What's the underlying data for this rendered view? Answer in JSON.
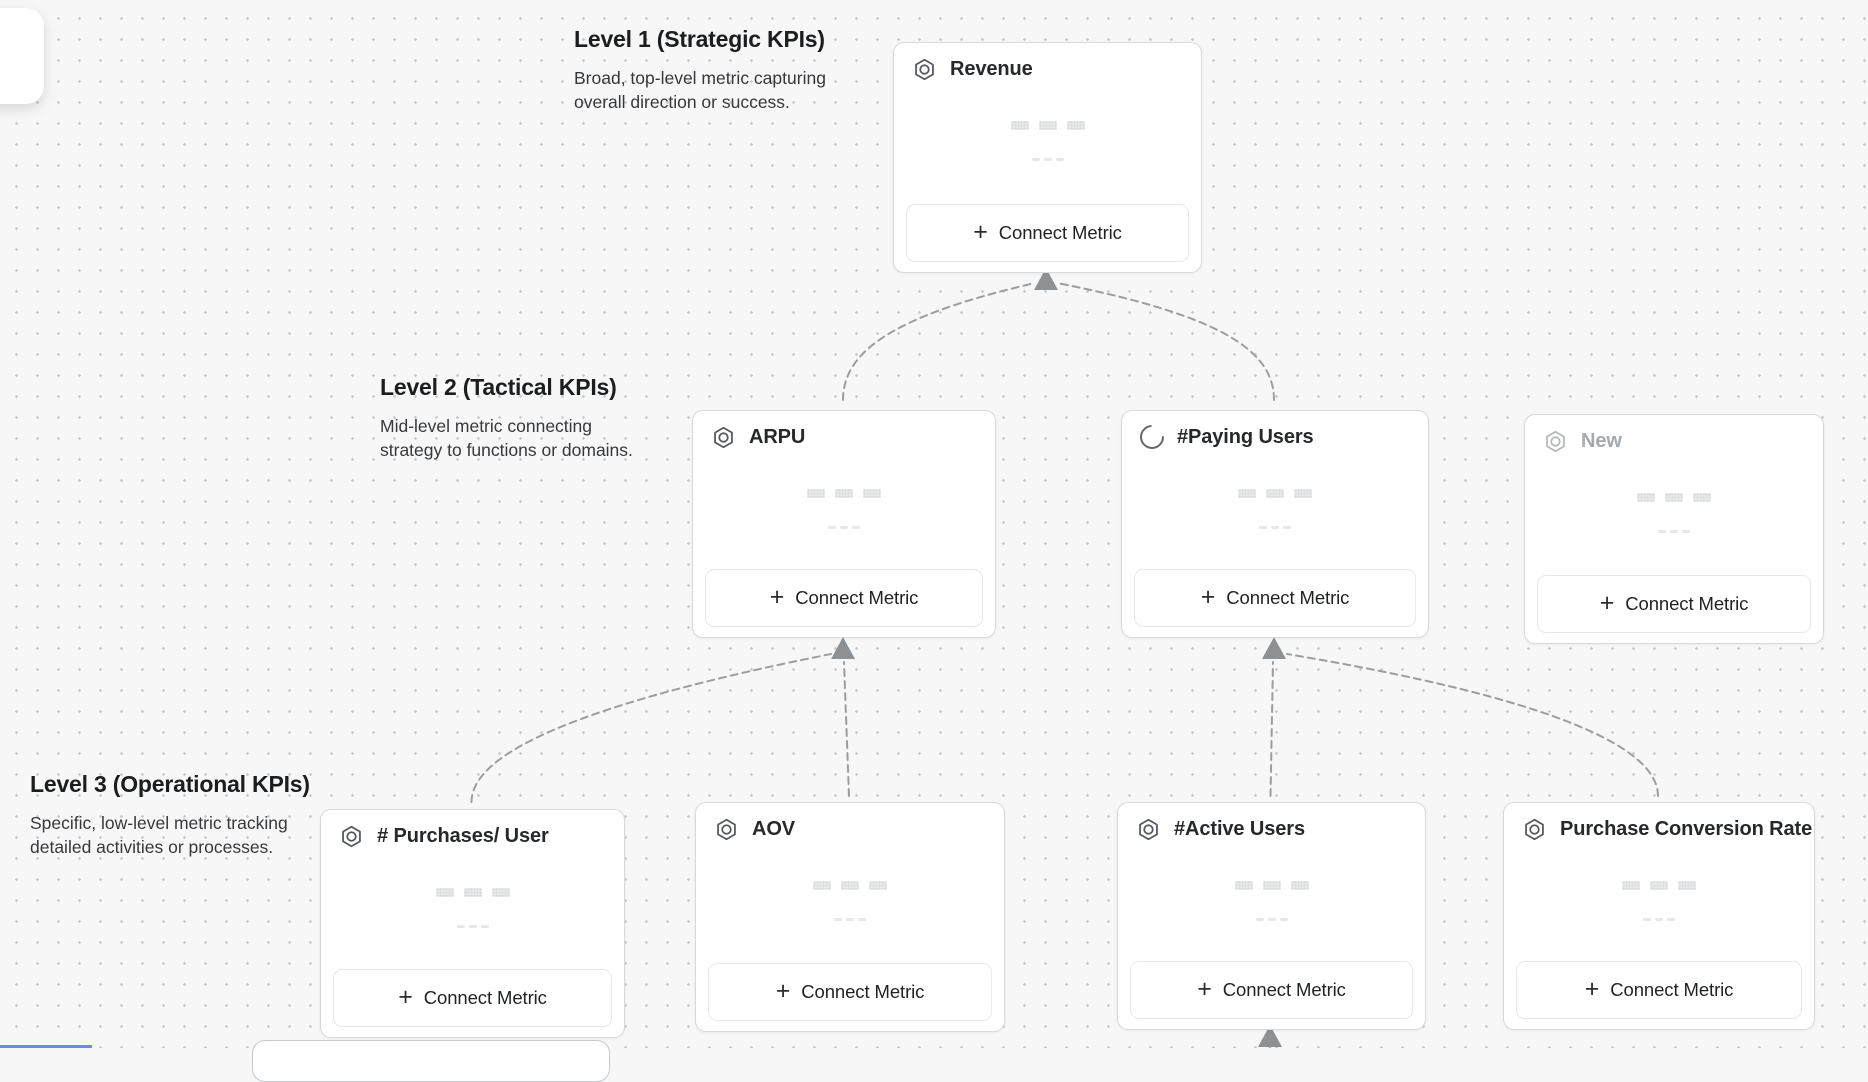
{
  "legend_sections": [
    {
      "title": "Level 1 (Strategic KPIs)",
      "line1": "Broad, top-level metric capturing",
      "line2": "overall direction or success."
    },
    {
      "title": "Level 2 (Tactical KPIs)",
      "line1": "Mid-level metric connecting",
      "line2": "strategy to functions or domains."
    },
    {
      "title": "Level 3 (Operational KPIs)",
      "line1": "Specific, low-level metric tracking",
      "line2": "detailed activities or processes."
    }
  ],
  "cards": [
    {
      "id": "revenue",
      "title": "Revenue",
      "icon": "hexagon-metric-icon",
      "connect_label": "Connect Metric",
      "level": 1
    },
    {
      "id": "arpu",
      "title": "ARPU",
      "icon": "hexagon-metric-icon",
      "connect_label": "Connect Metric",
      "level": 2
    },
    {
      "id": "paying-users",
      "title": "#Paying Users",
      "icon": "spinner-icon",
      "connect_label": "Connect Metric",
      "level": 2
    },
    {
      "id": "new",
      "title": "New",
      "icon": "hexagon-metric-icon",
      "connect_label": "Connect Metric",
      "level": 2,
      "placeholder": true
    },
    {
      "id": "purchases-per-user",
      "title": "# Purchases/ User",
      "icon": "hexagon-metric-icon",
      "connect_label": "Connect Metric",
      "level": 3
    },
    {
      "id": "aov",
      "title": "AOV",
      "icon": "hexagon-metric-icon",
      "connect_label": "Connect Metric",
      "level": 3
    },
    {
      "id": "active-users",
      "title": "#Active Users",
      "icon": "hexagon-metric-icon",
      "connect_label": "Connect Metric",
      "level": 3
    },
    {
      "id": "purchase-conversion-rate",
      "title": "Purchase Conversion Rate",
      "icon": "hexagon-metric-icon",
      "connect_label": "Connect Metric",
      "level": 3
    }
  ],
  "edges": [
    {
      "from": "arpu",
      "to": "revenue"
    },
    {
      "from": "paying-users",
      "to": "revenue"
    },
    {
      "from": "purchases-per-user",
      "to": "arpu"
    },
    {
      "from": "aov",
      "to": "arpu"
    },
    {
      "from": "active-users",
      "to": "paying-users"
    },
    {
      "from": "purchase-conversion-rate",
      "to": "paying-users"
    },
    {
      "from": "offscreen-bottom",
      "to": "active-users"
    }
  ],
  "colors": {
    "canvas_bg": "#f7f7f7",
    "grid_dot": "#c9cbcd",
    "card_border": "#d7d9da",
    "connector": "#9b9ea1",
    "arrowhead": "#8e9194",
    "title_text": "#26282a",
    "muted_text": "#a5a9ad",
    "accent_blue": "#6b8af5"
  }
}
